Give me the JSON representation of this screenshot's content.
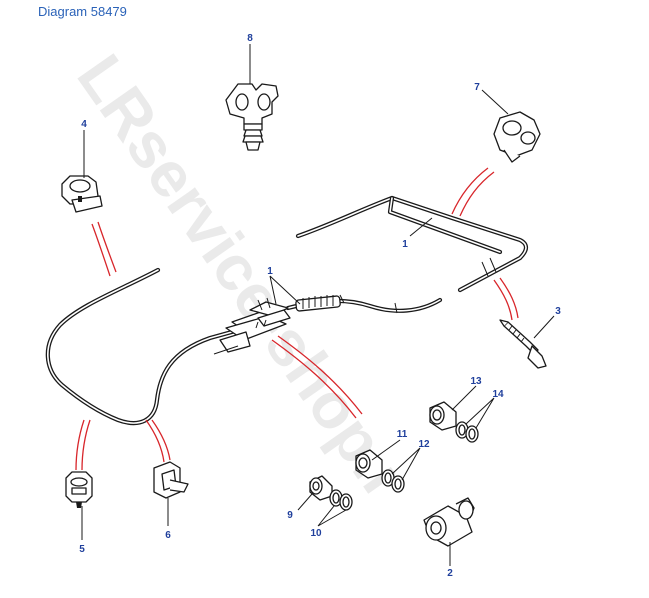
{
  "title": "Diagram 58479",
  "watermark": "LRservice-shop.r",
  "colors": {
    "title": "#2a62b8",
    "callout": "#1f3f9c",
    "leader_red": "#d8262b",
    "linework": "#1a1a1a",
    "watermark": "#d9d9d9"
  },
  "callouts": {
    "c1a": "1",
    "c1b": "1",
    "c2": "2",
    "c3": "3",
    "c4": "4",
    "c5": "5",
    "c6": "6",
    "c7": "7",
    "c8": "8",
    "c9": "9",
    "c10": "10",
    "c11": "11",
    "c12": "12",
    "c13": "13",
    "c14": "14"
  }
}
